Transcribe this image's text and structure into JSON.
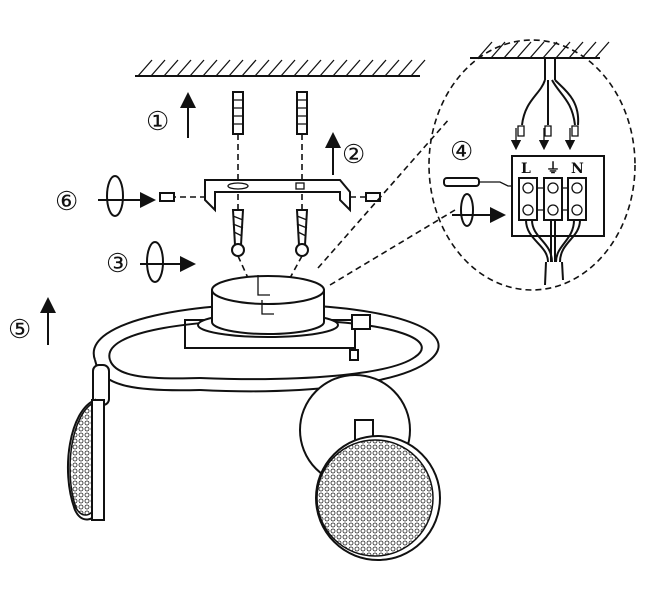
{
  "title": "Ceiling spotlight installation diagram",
  "steps": [
    "①",
    "②",
    "③",
    "④",
    "⑤",
    "⑥"
  ],
  "terminal_labels": {
    "live": "L",
    "earth": "⏚",
    "neutral": "N"
  }
}
